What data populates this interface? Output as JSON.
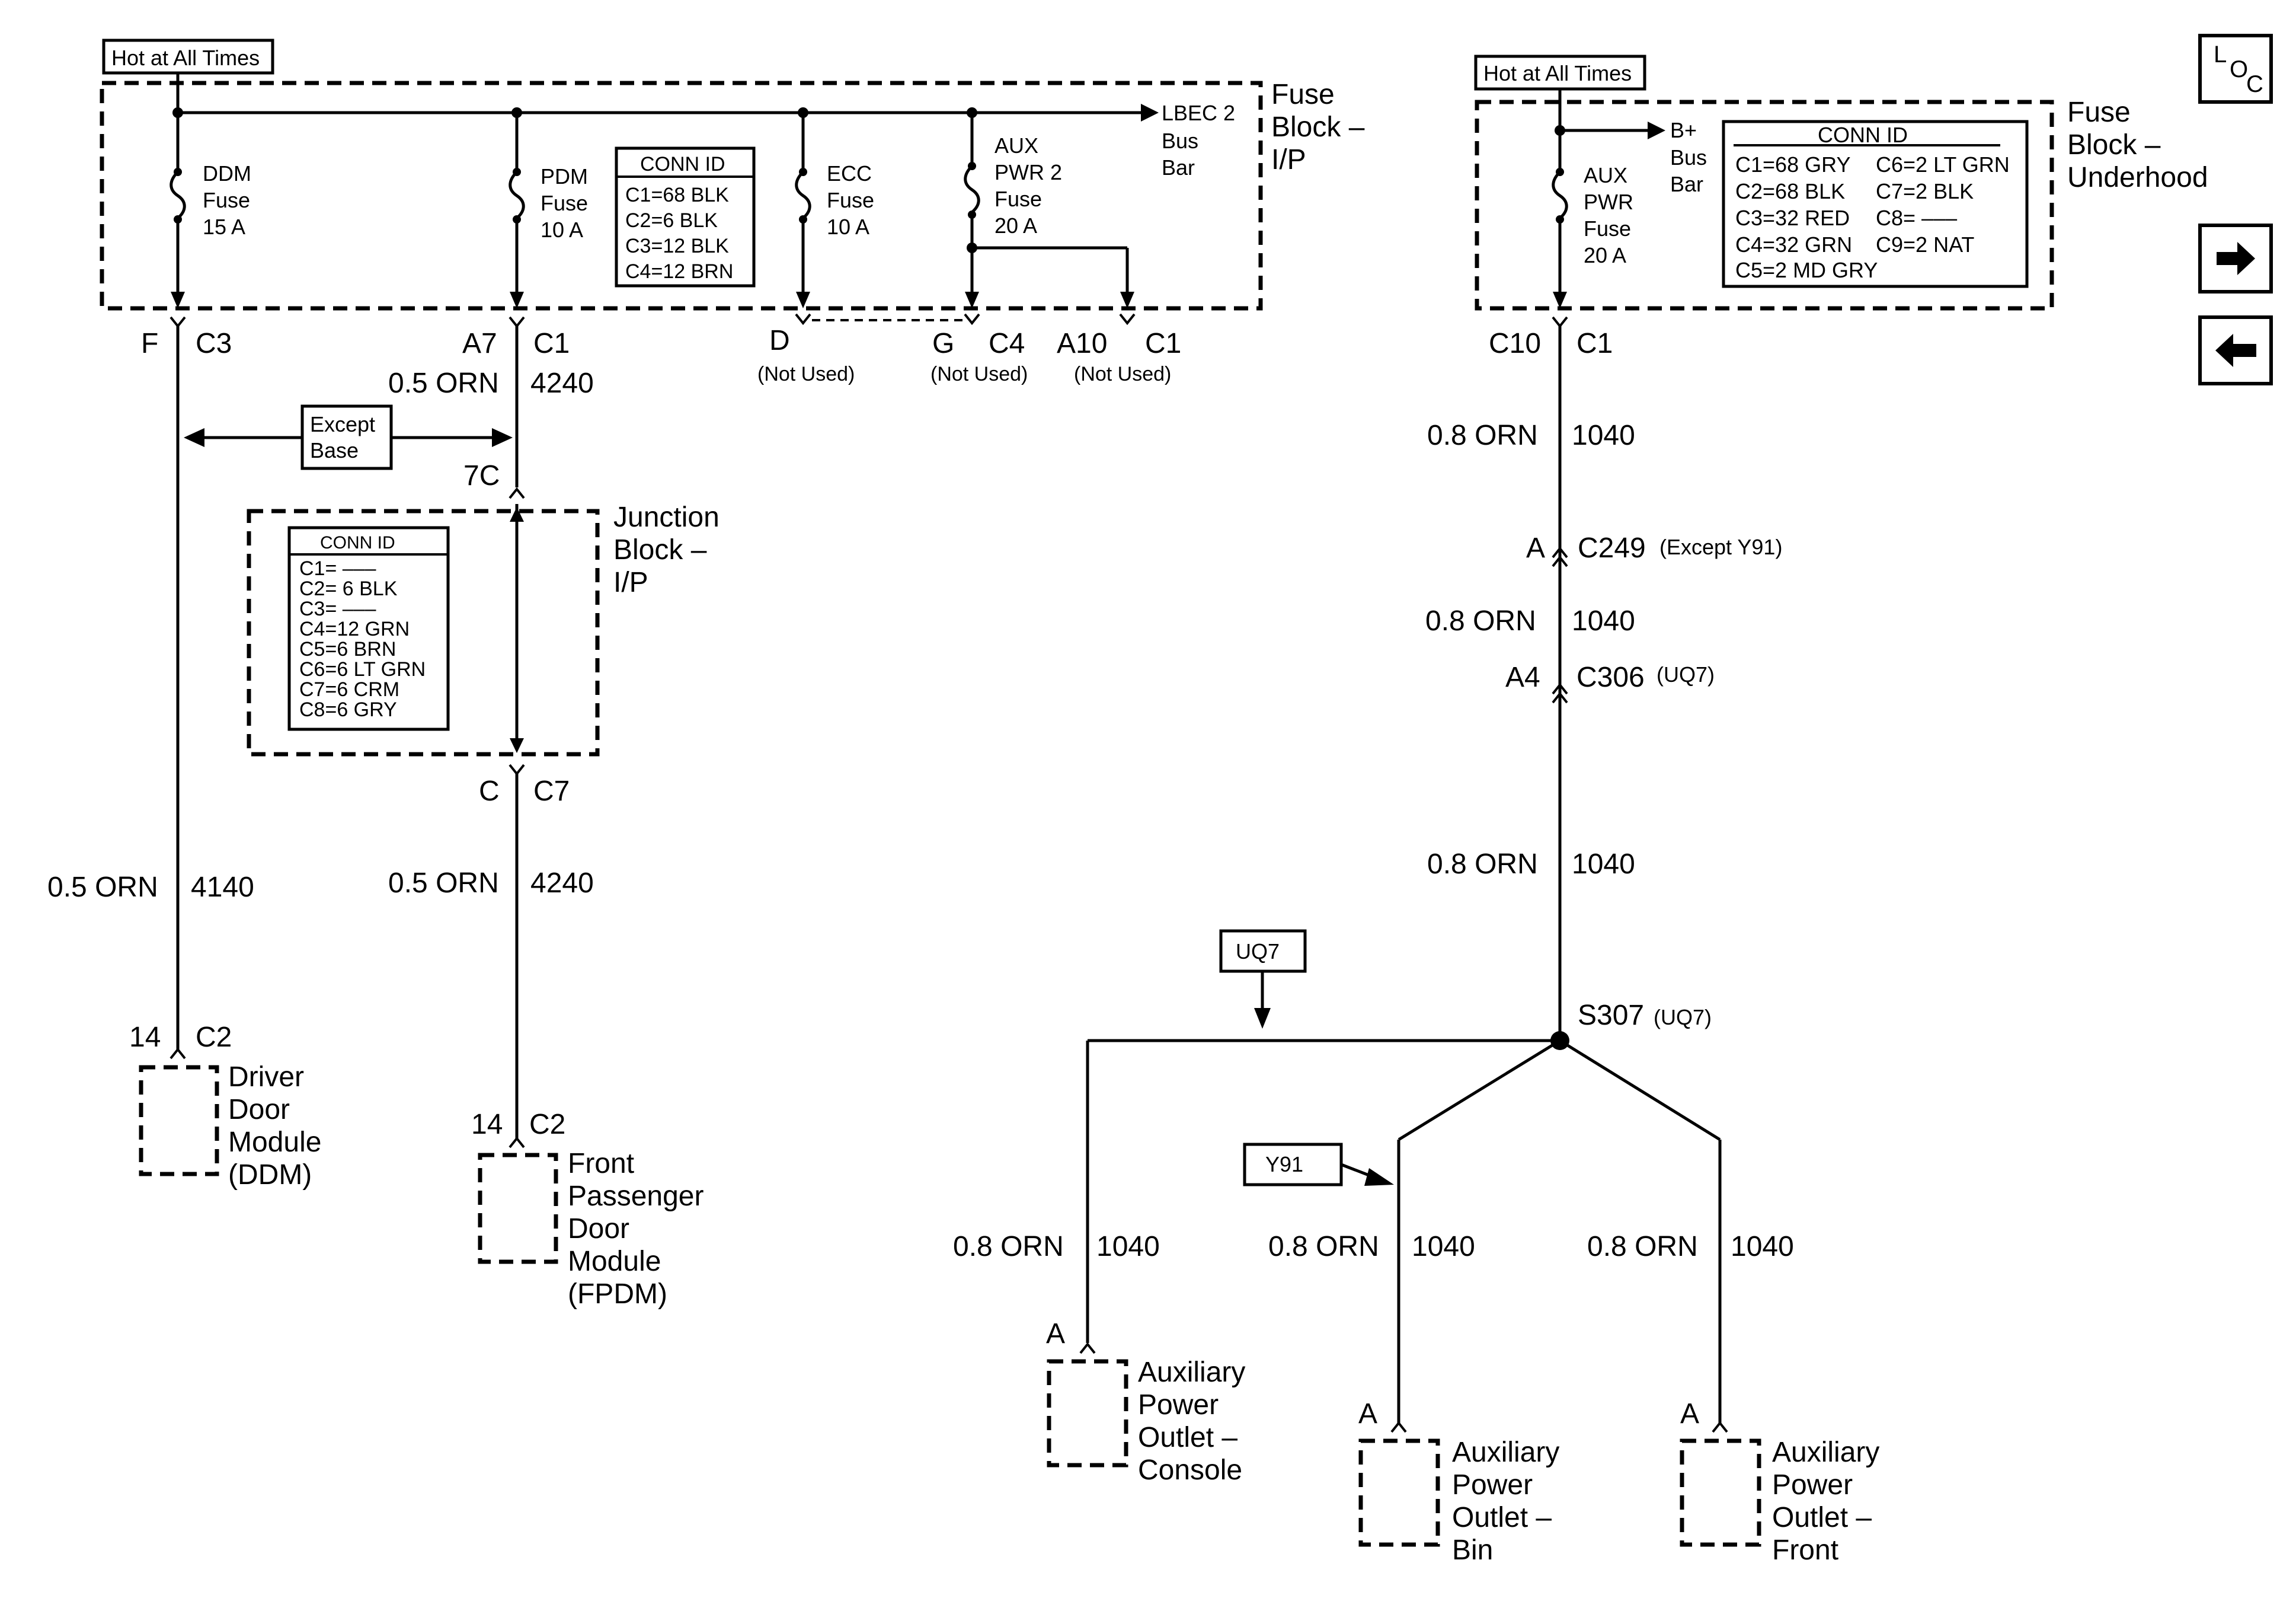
{
  "hot_labels": {
    "left": "Hot at All Times",
    "right": "Hot at All Times"
  },
  "fuse_block_ip": {
    "title": [
      "Fuse",
      "Block –",
      "I/P"
    ]
  },
  "fuse_block_underhood": {
    "title": [
      "Fuse",
      "Block –",
      "Underhood"
    ]
  },
  "junction_block": {
    "title": [
      "Junction",
      "Block –",
      "I/P"
    ]
  },
  "fuses": {
    "ddm": [
      "DDM",
      "Fuse",
      "15 A"
    ],
    "pdm": [
      "PDM",
      "Fuse",
      "10 A"
    ],
    "ecc": [
      "ECC",
      "Fuse",
      "10 A"
    ],
    "aux2": [
      "AUX",
      "PWR 2",
      "Fuse",
      "20 A"
    ],
    "aux_uh": [
      "AUX",
      "PWR",
      "Fuse",
      "20 A"
    ]
  },
  "bus_bars": {
    "lbec": [
      "LBEC 2",
      "Bus",
      "Bar"
    ],
    "bplus": [
      "B+",
      "Bus",
      "Bar"
    ]
  },
  "conn_ip": {
    "title": "CONN ID",
    "items": [
      "C1=68 BLK",
      "C2=6 BLK",
      "C3=12 BLK",
      "C4=12 BRN"
    ]
  },
  "conn_jb": {
    "title": "CONN ID",
    "items": [
      "C1= –––",
      "C2= 6 BLK",
      "C3= –––",
      "C4=12 GRN",
      "C5=6 BRN",
      "C6=6 LT GRN",
      "C7=6 CRM",
      "C8=6 GRY"
    ]
  },
  "conn_uh": {
    "title": "CONN ID",
    "left": [
      "C1=68  GRY",
      "C2=68 BLK",
      "C3=32 RED",
      "C4=32 GRN",
      "C5=2 MD GRY"
    ],
    "right": [
      "C6=2 LT GRN",
      "C7=2 BLK",
      "C8= –––",
      "C9=2 NAT"
    ]
  },
  "pins": {
    "f": "F",
    "c3": "C3",
    "a7": "A7",
    "c1a": "C1",
    "d": "D",
    "g": "G",
    "c4": "C4",
    "a10": "A10",
    "c1b": "C1",
    "not_used": "(Not Used)",
    "c10": "C10",
    "c1c": "C1",
    "p7c": "7C",
    "c": "C",
    "c7": "C7",
    "p14a": "14",
    "c2a": "C2",
    "p14b": "14",
    "c2b": "C2",
    "a_c249": "A",
    "c249": "C249",
    "c249_note": "(Except Y91)",
    "a4": "A4",
    "c306": "C306",
    "c306_note": "(UQ7)",
    "s307": "S307",
    "s307_note": "(UQ7)",
    "a_console": "A",
    "a_bin": "A",
    "a_front": "A"
  },
  "wires": {
    "ddm": [
      "0.5 ORN",
      "4140"
    ],
    "pdm_top": [
      "0.5 ORN",
      "4240"
    ],
    "pdm_bottom": [
      "0.5 ORN",
      "4240"
    ],
    "uh1": [
      "0.8 ORN",
      "1040"
    ],
    "uh2": [
      "0.8 ORN",
      "1040"
    ],
    "uh3": [
      "0.8 ORN",
      "1040"
    ],
    "console": [
      "0.8 ORN",
      "1040"
    ],
    "bin": [
      "0.8 ORN",
      "1040"
    ],
    "front": [
      "0.8 ORN",
      "1040"
    ]
  },
  "options": {
    "except_base": [
      "Except",
      "Base"
    ],
    "uq7": "UQ7",
    "y91": "Y91"
  },
  "components": {
    "ddm": [
      "Driver",
      "Door",
      "Module",
      "(DDM)"
    ],
    "fpdm": [
      "Front",
      "Passenger",
      "Door",
      "Module",
      "(FPDM)"
    ],
    "console": [
      "Auxiliary",
      "Power",
      "Outlet –",
      "Console"
    ],
    "bin": [
      "Auxiliary",
      "Power",
      "Outlet –",
      "Bin"
    ],
    "front": [
      "Auxiliary",
      "Power",
      "Outlet –",
      "Front"
    ]
  },
  "nav": {
    "loc_l": "L",
    "loc_o": "O",
    "loc_c": "C",
    "next": "→",
    "prev": "←"
  }
}
